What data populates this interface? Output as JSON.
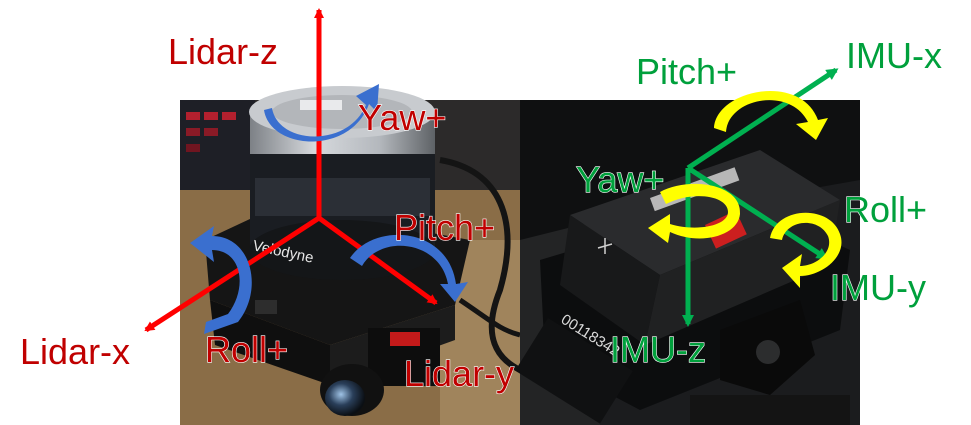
{
  "lidar": {
    "axes": {
      "z": "Lidar-z",
      "x": "Lidar-x",
      "y": "Lidar-y"
    },
    "rotations": {
      "yaw": "Yaw+",
      "pitch": "Pitch+",
      "roll": "Roll+"
    }
  },
  "imu": {
    "axes": {
      "x": "IMU-x",
      "y": "IMU-y",
      "z": "IMU-z"
    },
    "rotations": {
      "pitch": "Pitch+",
      "yaw": "Yaw+",
      "roll": "Roll+"
    }
  },
  "device_text": {
    "lidar_brand": "Velodyne",
    "imu_serial": "00118342"
  },
  "colors": {
    "lidar_axis": "#ff0000",
    "lidar_label": "#c00000",
    "lidar_rotation": "#3a6fcf",
    "imu_axis": "#00b050",
    "imu_label": "#00a03c",
    "imu_rotation": "#ffff00"
  }
}
